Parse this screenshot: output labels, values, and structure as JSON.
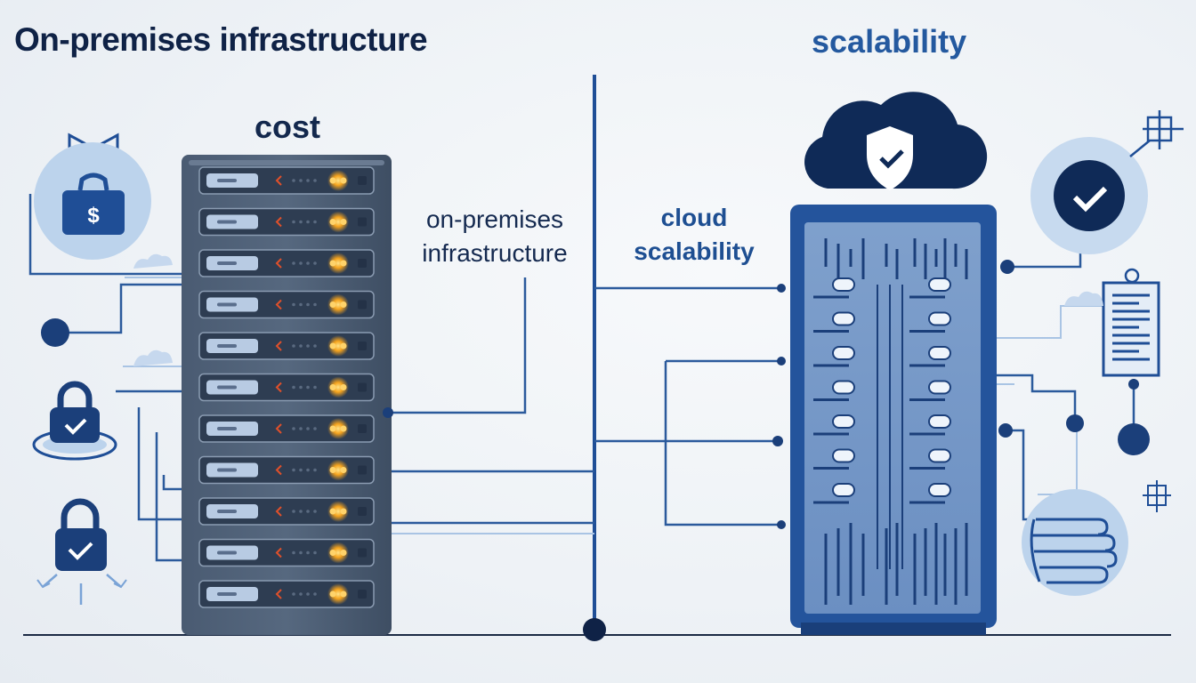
{
  "titles": {
    "left": "On-premises infrastructure",
    "right": "scalability"
  },
  "labels": {
    "cost": "cost",
    "onprem": "on-premises infrastructure",
    "cloud": "cloud scalability"
  },
  "icons": [
    "bow-icon",
    "money-bag-icon",
    "padlock-check-icon",
    "padlock-check-icon",
    "cloud-shield-icon",
    "checkmark-circle-icon",
    "document-panel-icon",
    "hand-icon",
    "crosshair-icon",
    "small-cloud-icon"
  ],
  "colors": {
    "navy": "#0f2246",
    "blue": "#1f4e96",
    "server_dark": "#3f5066",
    "cloud_server": "#24549c",
    "led_orange": "#f29a1c",
    "light_blue": "#b7cfe9"
  }
}
